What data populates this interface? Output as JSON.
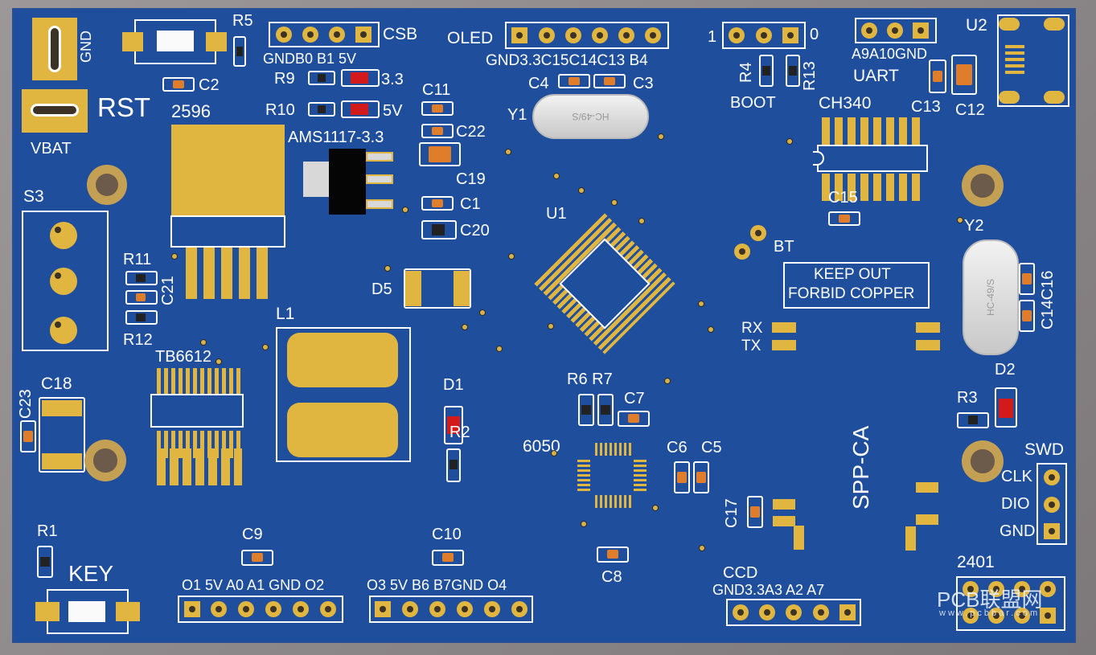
{
  "labels": {
    "gnd_top": "GND",
    "rst": "RST",
    "vbat": "VBAT",
    "r5": "R5",
    "c2": "C2",
    "chip2596": "2596",
    "csb": "CSB",
    "csb_pins": "GNDB0 B1 5V",
    "r9": "R9",
    "v33": "3.3",
    "r10": "R10",
    "v5": "5V",
    "c11": "C11",
    "c22": "C22",
    "ams": "AMS1117-3.3",
    "c19": "C19",
    "c1": "C1",
    "c20": "C20",
    "oled": "OLED",
    "oled_pins": "GND3.3C15C14C13 B4",
    "c4": "C4",
    "c3": "C3",
    "y1": "Y1",
    "hc49": "HC-49/S",
    "u1": "U1",
    "boot_1": "1",
    "boot_0": "0",
    "r4": "R4",
    "r13": "R13",
    "boot": "BOOT",
    "uart_pins": "A9A10GND",
    "uart": "UART",
    "u2": "U2",
    "ch340": "CH340",
    "c13": "C13",
    "c12": "C12",
    "c15": "C15",
    "y2": "Y2",
    "c14c16": "C14C16",
    "bt": "BT",
    "keepout_1": "KEEP OUT",
    "keepout_2": "FORBID COPPER",
    "rx": "RX",
    "tx": "TX",
    "s3": "S3",
    "r11": "R11",
    "c21": "C21",
    "r12": "R12",
    "l1": "L1",
    "d5": "D5",
    "tb6612": "TB6612",
    "c23": "C23",
    "c18": "C18",
    "d1": "D1",
    "r2": "R2",
    "r6r7": "R6 R7",
    "c7": "C7",
    "d2": "D2",
    "r3": "R3",
    "sppca": "SPP-CA",
    "chip6050": "6050",
    "c6": "C6",
    "c5": "C5",
    "c17": "C17",
    "swd": "SWD",
    "clk": "CLK",
    "dio": "DIO",
    "gnd_swd": "GND",
    "r1": "R1",
    "key": "KEY",
    "c9": "C9",
    "hdr1_pins": "O1 5V  A0 A1 GND O2",
    "c10": "C10",
    "hdr2_pins": "O3  5V B6 B7GND O4",
    "c8": "C8",
    "ccd": "CCD",
    "ccd_pins": "GND3.3A3 A2 A7",
    "chip2401": "2401"
  },
  "watermark": {
    "title": "PCB联盟网",
    "url": "www.pcbbar.com"
  },
  "colors": {
    "board": "#1f4f9c",
    "pad": "#e0b640",
    "silkscreen": "#ffffff",
    "capacitor": "#e07d2a",
    "led": "#d21a1a"
  }
}
